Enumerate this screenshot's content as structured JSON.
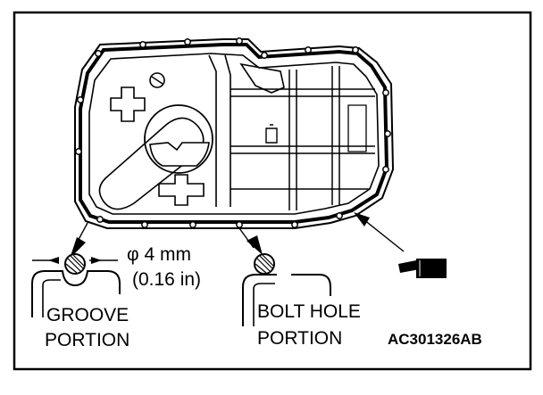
{
  "labels": {
    "diameter": "φ 4 mm",
    "diameter_in": "(0.16 in)",
    "groove_line1": "GROOVE",
    "groove_line2": "PORTION",
    "bolt_line1": "BOLT HOLE",
    "bolt_line2": "PORTION",
    "figure_code": "AC301326AB"
  },
  "icons": [
    "sealant-tube-icon",
    "sealant-bead-icon"
  ]
}
